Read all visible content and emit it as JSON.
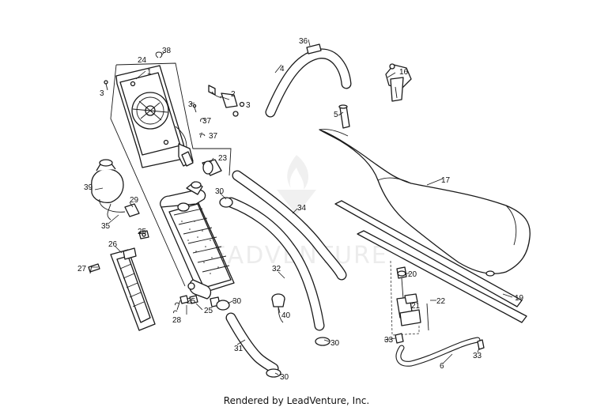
{
  "callouts": [
    {
      "key": "c1",
      "text": "1"
    },
    {
      "key": "c2",
      "text": "2"
    },
    {
      "key": "c3a",
      "text": "3"
    },
    {
      "key": "c3b",
      "text": "3"
    },
    {
      "key": "c3c",
      "text": "3"
    },
    {
      "key": "c4",
      "text": "4"
    },
    {
      "key": "c5",
      "text": "5"
    },
    {
      "key": "c6",
      "text": "6"
    },
    {
      "key": "c16",
      "text": "16"
    },
    {
      "key": "c17",
      "text": "17"
    },
    {
      "key": "c19",
      "text": "19"
    },
    {
      "key": "c20",
      "text": "20"
    },
    {
      "key": "c21",
      "text": "21"
    },
    {
      "key": "c22",
      "text": "22"
    },
    {
      "key": "c23",
      "text": "23"
    },
    {
      "key": "c24",
      "text": "24"
    },
    {
      "key": "c25a",
      "text": "25"
    },
    {
      "key": "c25b",
      "text": "25"
    },
    {
      "key": "c25c",
      "text": "25"
    },
    {
      "key": "c26",
      "text": "26"
    },
    {
      "key": "c27",
      "text": "27"
    },
    {
      "key": "c28",
      "text": "28"
    },
    {
      "key": "c29",
      "text": "29"
    },
    {
      "key": "c30a",
      "text": "30"
    },
    {
      "key": "c30b",
      "text": "30"
    },
    {
      "key": "c30c",
      "text": "30"
    },
    {
      "key": "c30d",
      "text": "30"
    },
    {
      "key": "c31",
      "text": "31"
    },
    {
      "key": "c32",
      "text": "32"
    },
    {
      "key": "c33a",
      "text": "33"
    },
    {
      "key": "c33b",
      "text": "33"
    },
    {
      "key": "c34",
      "text": "34"
    },
    {
      "key": "c35",
      "text": "35"
    },
    {
      "key": "c36",
      "text": "36"
    },
    {
      "key": "c37a",
      "text": "37"
    },
    {
      "key": "c37b",
      "text": "37"
    },
    {
      "key": "c38",
      "text": "38"
    },
    {
      "key": "c39",
      "text": "39"
    },
    {
      "key": "c40",
      "text": "40"
    }
  ],
  "watermark": "LEADVENTURE",
  "footer": "Rendered by LeadVenture, Inc."
}
